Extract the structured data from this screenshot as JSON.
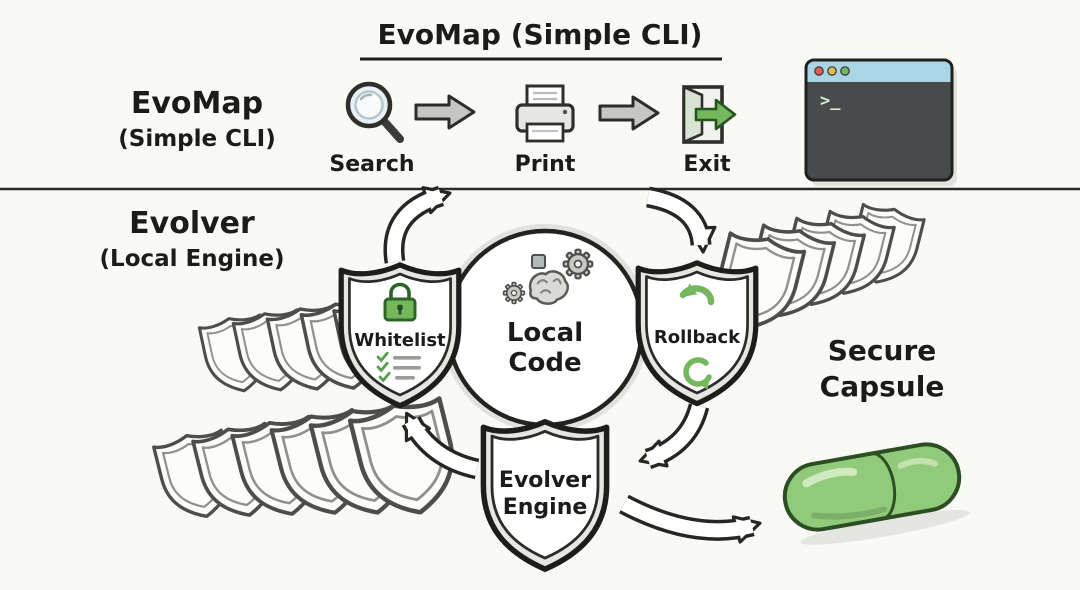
{
  "title": {
    "text": "EvoMap (Simple CLI)"
  },
  "sections": {
    "cli": {
      "label": "EvoMap",
      "sublabel": "(Simple CLI)"
    },
    "engine": {
      "label": "Evolver",
      "sublabel": "(Local Engine)"
    }
  },
  "cli_flow": {
    "steps": [
      {
        "id": "search",
        "label": "Search",
        "icon": "magnifier-icon"
      },
      {
        "id": "print",
        "label": "Print",
        "icon": "printer-icon"
      },
      {
        "id": "exit",
        "label": "Exit",
        "icon": "exit-door-icon"
      }
    ],
    "terminal": {
      "prompt": ">_",
      "icon": "terminal-window-icon"
    }
  },
  "engine_diagram": {
    "center": {
      "line1": "Local",
      "line2": "Code",
      "icon": "gears-brain-icon"
    },
    "shield_whitelist": {
      "label": "Whitelist",
      "icons": [
        "lock-icon",
        "checklist-icon"
      ]
    },
    "shield_rollback": {
      "label": "Rollback",
      "icons": [
        "undo-arrow-icon",
        "refresh-arrow-icon"
      ]
    },
    "shield_engine": {
      "line1": "Evolver",
      "line2": "Engine"
    },
    "capsule": {
      "line1": "Secure",
      "line2": "Capsule",
      "icon": "capsule-icon"
    }
  },
  "colors": {
    "bg": "#f9f9f5",
    "accent_green": "#74b75c",
    "capsule_green": "#92ca7c",
    "terminal_bar": "#aad5e5",
    "terminal_body": "#474b4b",
    "dot_red": "#d95f55",
    "dot_yellow": "#e3c04f",
    "dot_green": "#74b75c",
    "outline": "#262624"
  }
}
